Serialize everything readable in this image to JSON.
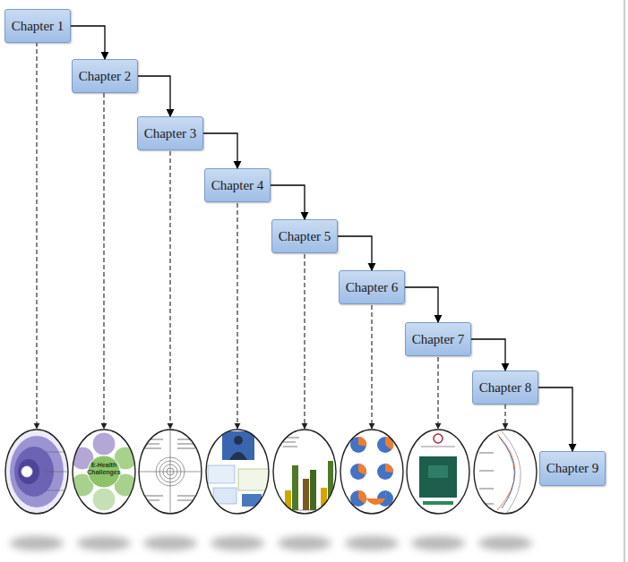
{
  "diagram": {
    "nodes": [
      {
        "text": [
          "Chapter 1"
        ]
      },
      {
        "text": [
          "Chapter 2"
        ]
      },
      {
        "text": [
          "Chapter 3"
        ]
      },
      {
        "text": [
          "Chapter 4"
        ]
      },
      {
        "text": [
          "Chapter 5"
        ]
      },
      {
        "text": [
          "Chapter 6"
        ]
      },
      {
        "text": [
          "Chapter 7"
        ]
      },
      {
        "text": [
          "Chapter 8"
        ]
      },
      {
        "text": [
          "Chapter 9"
        ]
      }
    ],
    "edges": [
      {
        "from": 0,
        "to": 1,
        "arrow": "to"
      },
      {
        "from": 1,
        "to": 2,
        "arrow": "to"
      },
      {
        "from": 2,
        "to": 3,
        "arrow": "to"
      },
      {
        "from": 3,
        "to": 4,
        "arrow": "to"
      },
      {
        "from": 4,
        "to": 5,
        "arrow": "to"
      },
      {
        "from": 5,
        "to": 6,
        "arrow": "to"
      },
      {
        "from": 6,
        "to": 7,
        "arrow": "to"
      },
      {
        "from": 7,
        "to": 8,
        "arrow": "to"
      }
    ],
    "labels": [
      "E-Health Challenges"
    ]
  }
}
